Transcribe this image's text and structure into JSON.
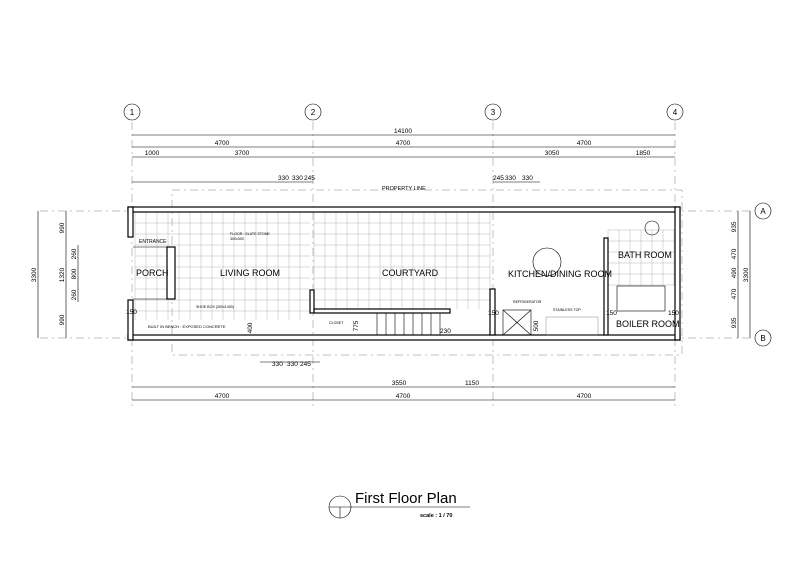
{
  "title": "First Floor Plan",
  "scale": "scale : 1 / 70",
  "grid_axes": {
    "columns": [
      "1",
      "2",
      "3",
      "4"
    ],
    "rows": [
      "A",
      "B"
    ]
  },
  "rooms": {
    "porch": "PORCH",
    "living": "LIVING ROOM",
    "courtyard": "COURTYARD",
    "kitchen": "KITCHEN/DINING ROOM",
    "bath": "BATH ROOM",
    "boiler": "BOILER ROOM",
    "entrance": "ENTRANCE",
    "closet": "CLOSET"
  },
  "notes": {
    "property_line": "PROPERTY LINE",
    "floor": "FLOOR : SLATE STONE",
    "floor_size": "300x300",
    "shoe_box": "SHOE BOX (300x1400)",
    "bench": "BUILT IN BENCH : EXPOSED CONCRETE",
    "refrigerator": "REFRIGERATOR",
    "stainless_top": "STAINLESS TOP"
  },
  "dimensions": {
    "top_overall": "14100",
    "top_bays": [
      "4700",
      "4700",
      "4700"
    ],
    "top_sub": [
      "1000",
      "3700",
      "3050",
      "1850"
    ],
    "top_windows_left": [
      "330",
      "330",
      "245"
    ],
    "top_windows_right": [
      "245",
      "330",
      "330"
    ],
    "bottom_windows": [
      "330",
      "330",
      "245"
    ],
    "bottom_sub": [
      "3550",
      "1150"
    ],
    "bottom_bays": [
      "4700",
      "4700",
      "4700"
    ],
    "left_overall": "3300",
    "left_parts": [
      "990",
      "1320",
      "990"
    ],
    "left_door": [
      "260",
      "800",
      "260"
    ],
    "right_overall": "3300",
    "right_parts": [
      "935",
      "470",
      "490",
      "470",
      "935"
    ],
    "misc": {
      "bench_h": "400",
      "wall150a": "150",
      "wall150b": "150",
      "wall150c": "150",
      "wall150d": "150",
      "closet": "775",
      "stair": "230",
      "counter": "500"
    }
  }
}
